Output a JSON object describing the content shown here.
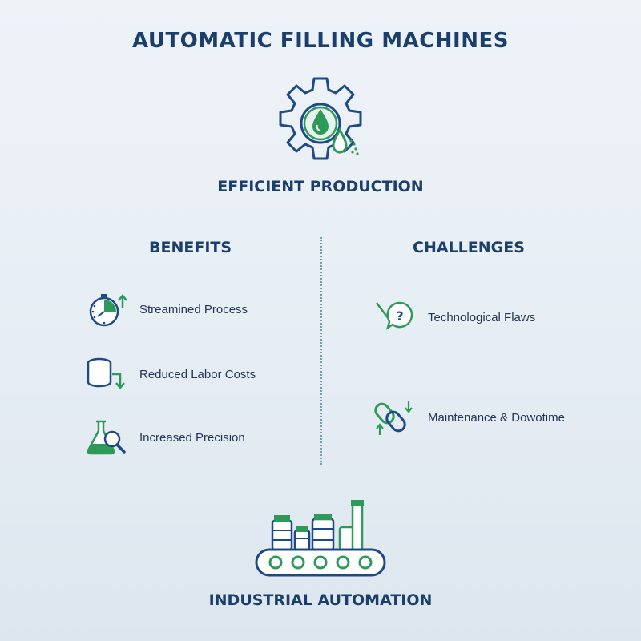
{
  "title": "AUTOMATIC FILLING MACHINES",
  "hero": {
    "label": "EFFICIENT PRODUCTION",
    "icon": "gear-droplet-icon"
  },
  "benefits": {
    "heading": "BENEFITS",
    "items": [
      {
        "label": "Streamined Process",
        "icon": "stopwatch-icon"
      },
      {
        "label": "Reduced Labor Costs",
        "icon": "coin-stack-icon"
      },
      {
        "label": "Increased Precision",
        "icon": "flask-magnifier-icon"
      }
    ]
  },
  "challenges": {
    "heading": "CHALLENGES",
    "items": [
      {
        "label": "Technological Flaws",
        "icon": "question-bubble-icon"
      },
      {
        "label": "Maintenance & Dowotime",
        "icon": "chain-link-icon"
      }
    ]
  },
  "footer": {
    "label": "INDUSTRIAL AUTOMATION",
    "icon": "conveyor-icon"
  },
  "colors": {
    "navy": "#1b3f6b",
    "blue": "#2a64a8",
    "green": "#2e9a5a"
  }
}
